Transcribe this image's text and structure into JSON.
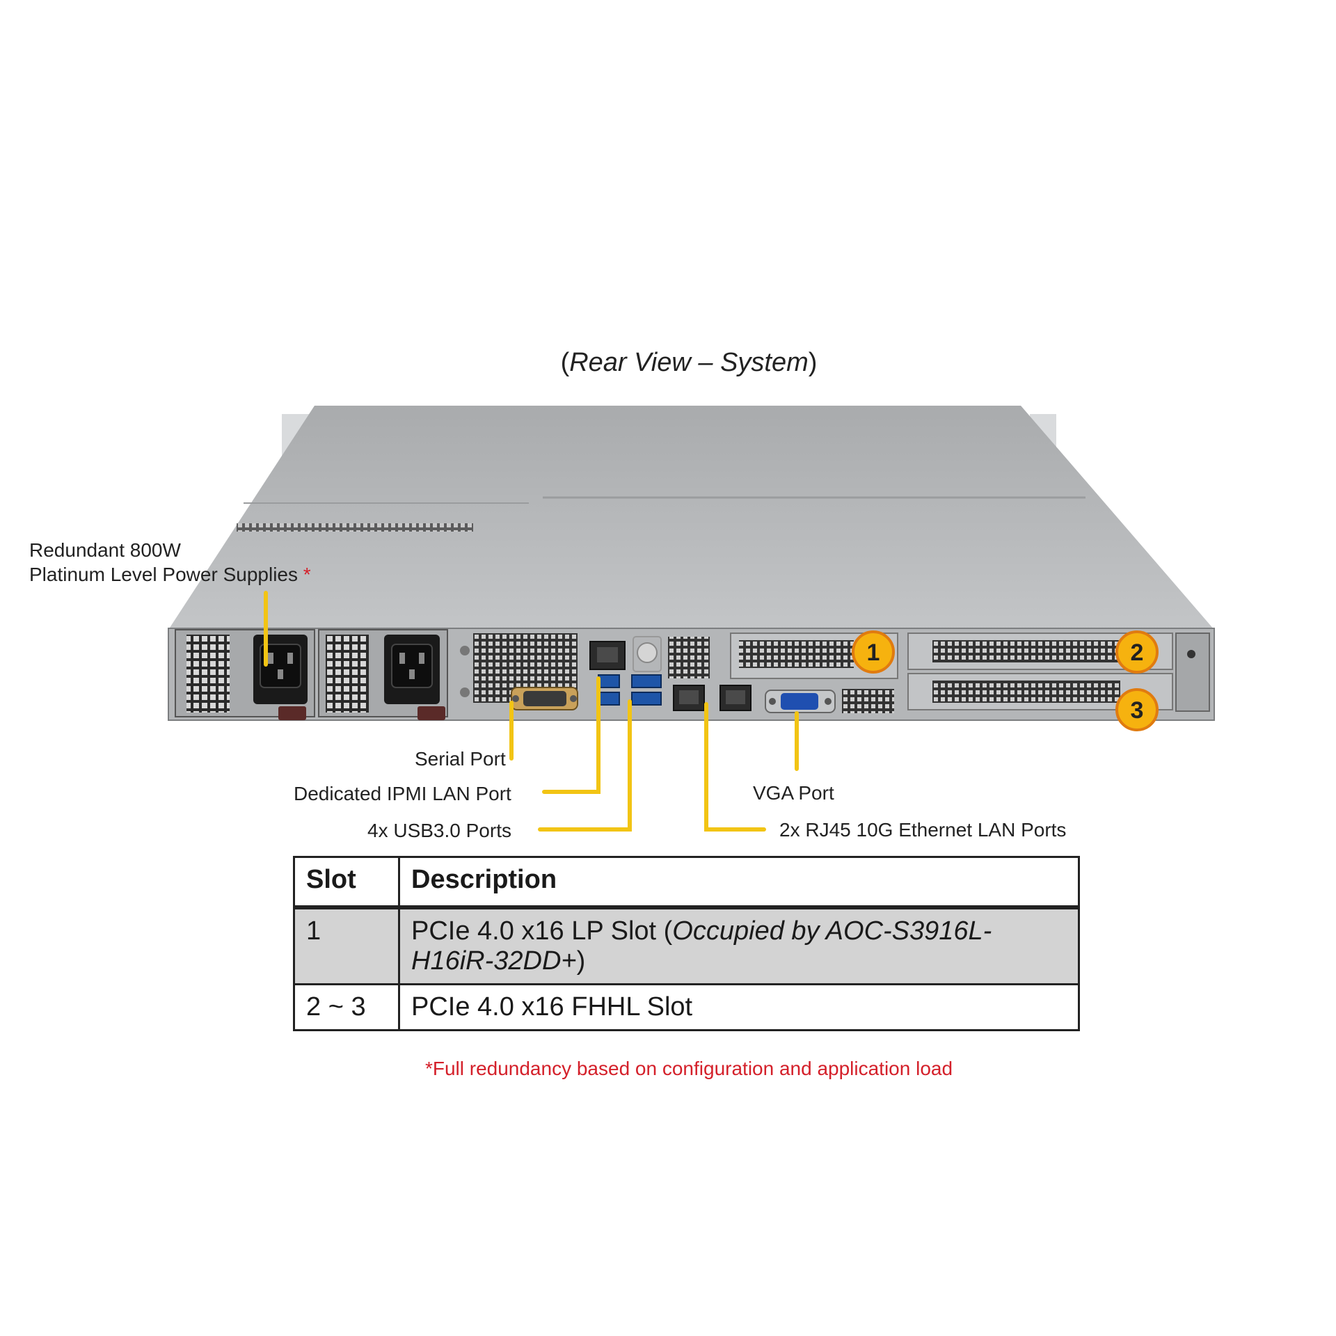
{
  "title": {
    "open": "(",
    "italic": "Rear View – System",
    "close": ")"
  },
  "callouts": {
    "power_line1": "Redundant 800W",
    "power_line2": "Platinum Level Power Supplies",
    "power_marker": "*",
    "serial": "Serial Port",
    "ipmi": "Dedicated IPMI  LAN Port",
    "usb": "4x USB3.0 Ports",
    "vga": "VGA Port",
    "lan": "2x RJ45 10G Ethernet LAN Ports"
  },
  "slot_markers": [
    "1",
    "2",
    "3"
  ],
  "table": {
    "headers": [
      "Slot",
      "Description"
    ],
    "rows": [
      {
        "slot": "1",
        "desc_plain": "PCIe 4.0 x16 LP Slot (",
        "desc_italic": "Occupied by AOC-S3916L-H16iR-32DD+",
        "desc_end": ")"
      },
      {
        "slot": "2 ~ 3",
        "desc_plain": "PCIe 4.0 x16 FHHL Slot",
        "desc_italic": "",
        "desc_end": ""
      }
    ]
  },
  "footnote": "*Full redundancy based on configuration and application load",
  "colors": {
    "callout_line": "#f2c414",
    "marker_fill": "#f6b20f",
    "marker_ring": "#e07b10",
    "footnote": "#d4202a",
    "chassis": "#b9bbbd"
  }
}
